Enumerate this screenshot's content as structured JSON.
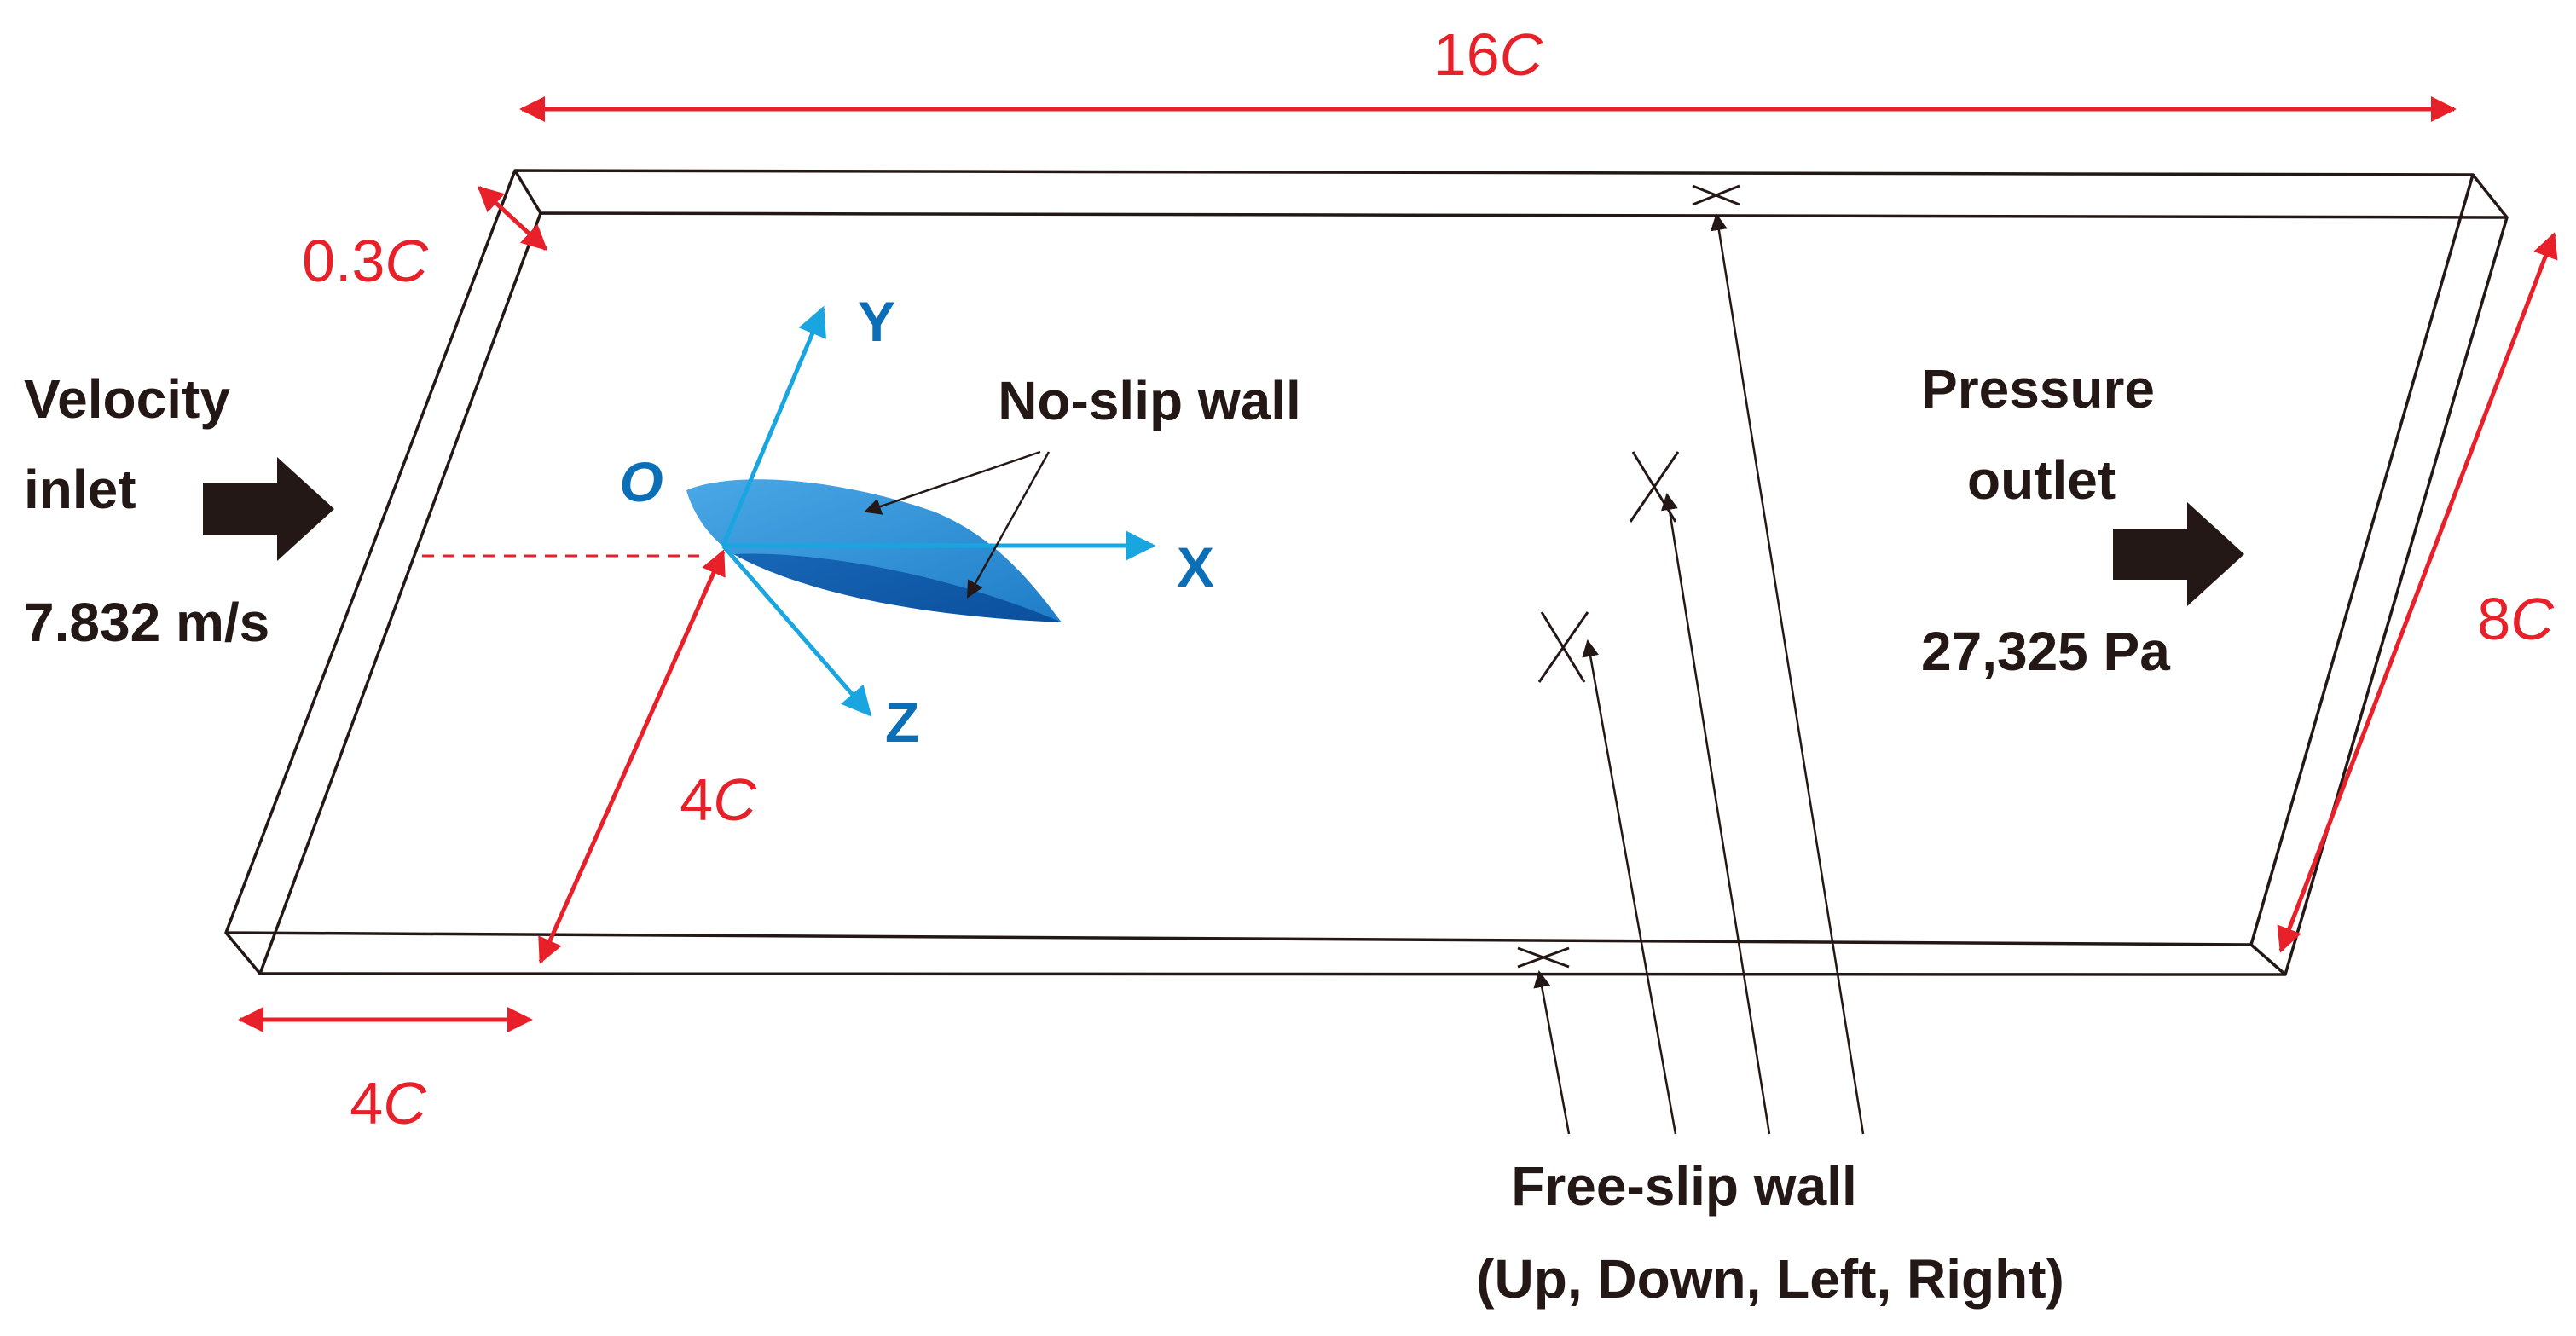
{
  "dimensions": {
    "length": {
      "value": "16",
      "unit": "C"
    },
    "height_thickness": {
      "value": "0.3",
      "unit": "C"
    },
    "width": {
      "value": "8",
      "unit": "C"
    },
    "origin_to_side": {
      "value": "4",
      "unit": "C"
    },
    "inlet_to_origin": {
      "value": "4",
      "unit": "C"
    }
  },
  "inlet": {
    "line1": "Velocity",
    "line2": "inlet",
    "value": "7.832 m/s"
  },
  "outlet": {
    "line1": "Pressure",
    "line2": "outlet",
    "value": "27,325 Pa"
  },
  "axes": {
    "origin": "O",
    "x": "X",
    "y": "Y",
    "z": "Z"
  },
  "labels": {
    "no_slip": "No-slip wall",
    "free_slip_line1": "Free-slip wall",
    "free_slip_line2": "(Up, Down, Left, Right)"
  },
  "colors": {
    "dimension": "#e8202a",
    "axis": "#19a6e0",
    "axis_label": "#0b6fb8",
    "hydrofoil_top": "#2f8fd6",
    "hydrofoil_bottom": "#0d5aa8",
    "outline": "#231815"
  }
}
